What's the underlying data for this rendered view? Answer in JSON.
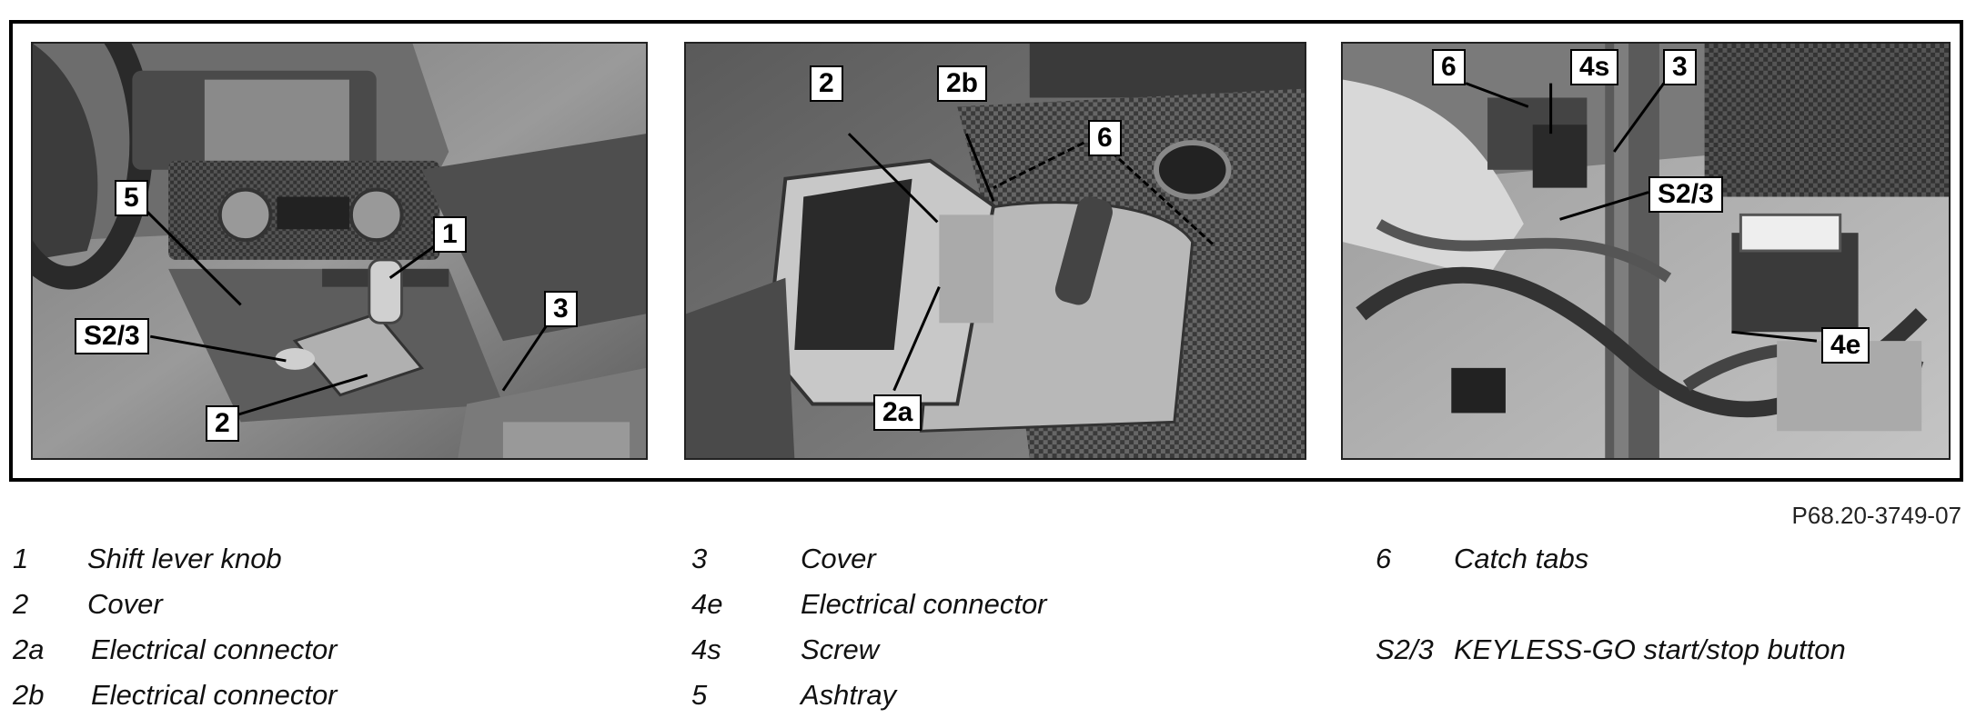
{
  "photos": [
    {
      "callouts": {
        "c5": "5",
        "c1": "1",
        "cs23": "S2/3",
        "c3": "3",
        "c2": "2"
      }
    },
    {
      "callouts": {
        "c2": "2",
        "c2b": "2b",
        "c6": "6",
        "c2a": "2a"
      }
    },
    {
      "callouts": {
        "c6": "6",
        "c4s": "4s",
        "c3": "3",
        "cs23": "S2/3",
        "c4e": "4e"
      }
    }
  ],
  "figure_ref": "P68.20-3749-07",
  "legend": {
    "col1": [
      {
        "code": "1",
        "desc": "Shift lever knob"
      },
      {
        "code": "2",
        "desc": "Cover"
      },
      {
        "code": "2a",
        "desc": "Electrical connector"
      },
      {
        "code": "2b",
        "desc": "Electrical connector"
      }
    ],
    "col2": [
      {
        "code": "3",
        "desc": "Cover"
      },
      {
        "code": "4e",
        "desc": "Electrical connector"
      },
      {
        "code": "4s",
        "desc": "Screw"
      },
      {
        "code": "5",
        "desc": "Ashtray"
      }
    ],
    "col3": [
      {
        "code": "6",
        "desc": "Catch tabs"
      },
      {
        "code": "",
        "desc": ""
      },
      {
        "code": "S2/3",
        "desc": "KEYLESS-GO start/stop button"
      }
    ]
  }
}
